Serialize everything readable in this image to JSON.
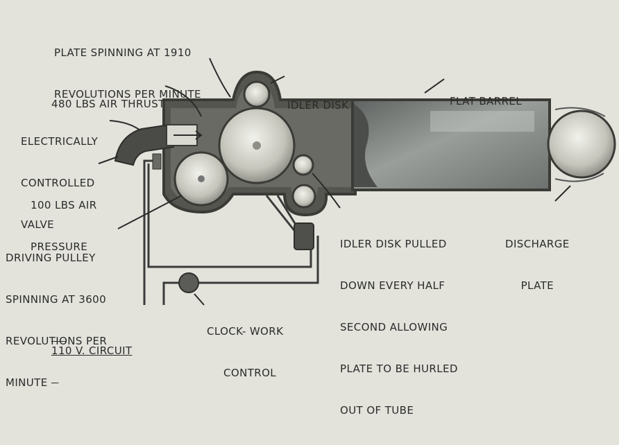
{
  "labels": {
    "plate_spinning": [
      "PLATE SPINNING AT 1910",
      "REVOLUTIONS PER MINUTE"
    ],
    "air_thrust": [
      "480 LBS AIR THRUST"
    ],
    "idler_disk": [
      "IDLER DISK"
    ],
    "flat_barrel": [
      "FLAT BARREL"
    ],
    "valve": [
      "ELECTRICALLY",
      "CONTROLLED",
      "VALVE"
    ],
    "air_pressure": [
      "100 LBS AIR",
      "PRESSURE"
    ],
    "driving_pulley": [
      "DRIVING PULLEY",
      "SPINNING AT 3600",
      "REVOLUTIONS PER",
      "MINUTE"
    ],
    "idler_pulled": [
      "IDLER DISK PULLED",
      "DOWN EVERY HALF",
      "SECOND ALLOWING",
      "PLATE TO BE HURLED",
      "OUT OF TUBE"
    ],
    "discharge_plate": [
      "DISCHARGE",
      "PLATE"
    ],
    "clockwork": [
      "CLOCK- WORK",
      "CONTROL"
    ],
    "circuit": [
      "110 V. CIRCUIT"
    ]
  },
  "colors": {
    "background": "#e3e3dc",
    "housing": "#4f4f4c",
    "ink": "#2a2a2a",
    "barrel_fill": "#7f8380",
    "disk_fill": "#c9c9c1"
  }
}
